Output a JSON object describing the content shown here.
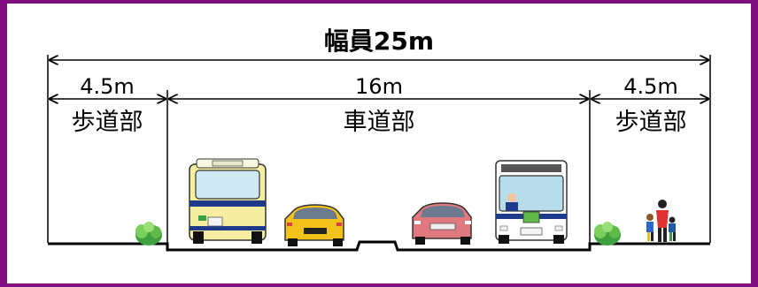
{
  "diagram": {
    "title": "幅員25m",
    "dimensions": {
      "left_sidewalk": "4.5m",
      "roadway": "16m",
      "right_sidewalk": "4.5m"
    },
    "zones": {
      "left_sidewalk": "歩道部",
      "roadway": "車道部",
      "right_sidewalk": "歩道部"
    },
    "colors": {
      "frame": "#800f80",
      "bus_left_body": "#f5eea0",
      "bus_left_roof": "#f8f8e0",
      "car_yellow": "#f3c21a",
      "car_pink": "#e07880",
      "bus_right_body": "#ffffff",
      "shrub": "#3fa03f"
    }
  }
}
